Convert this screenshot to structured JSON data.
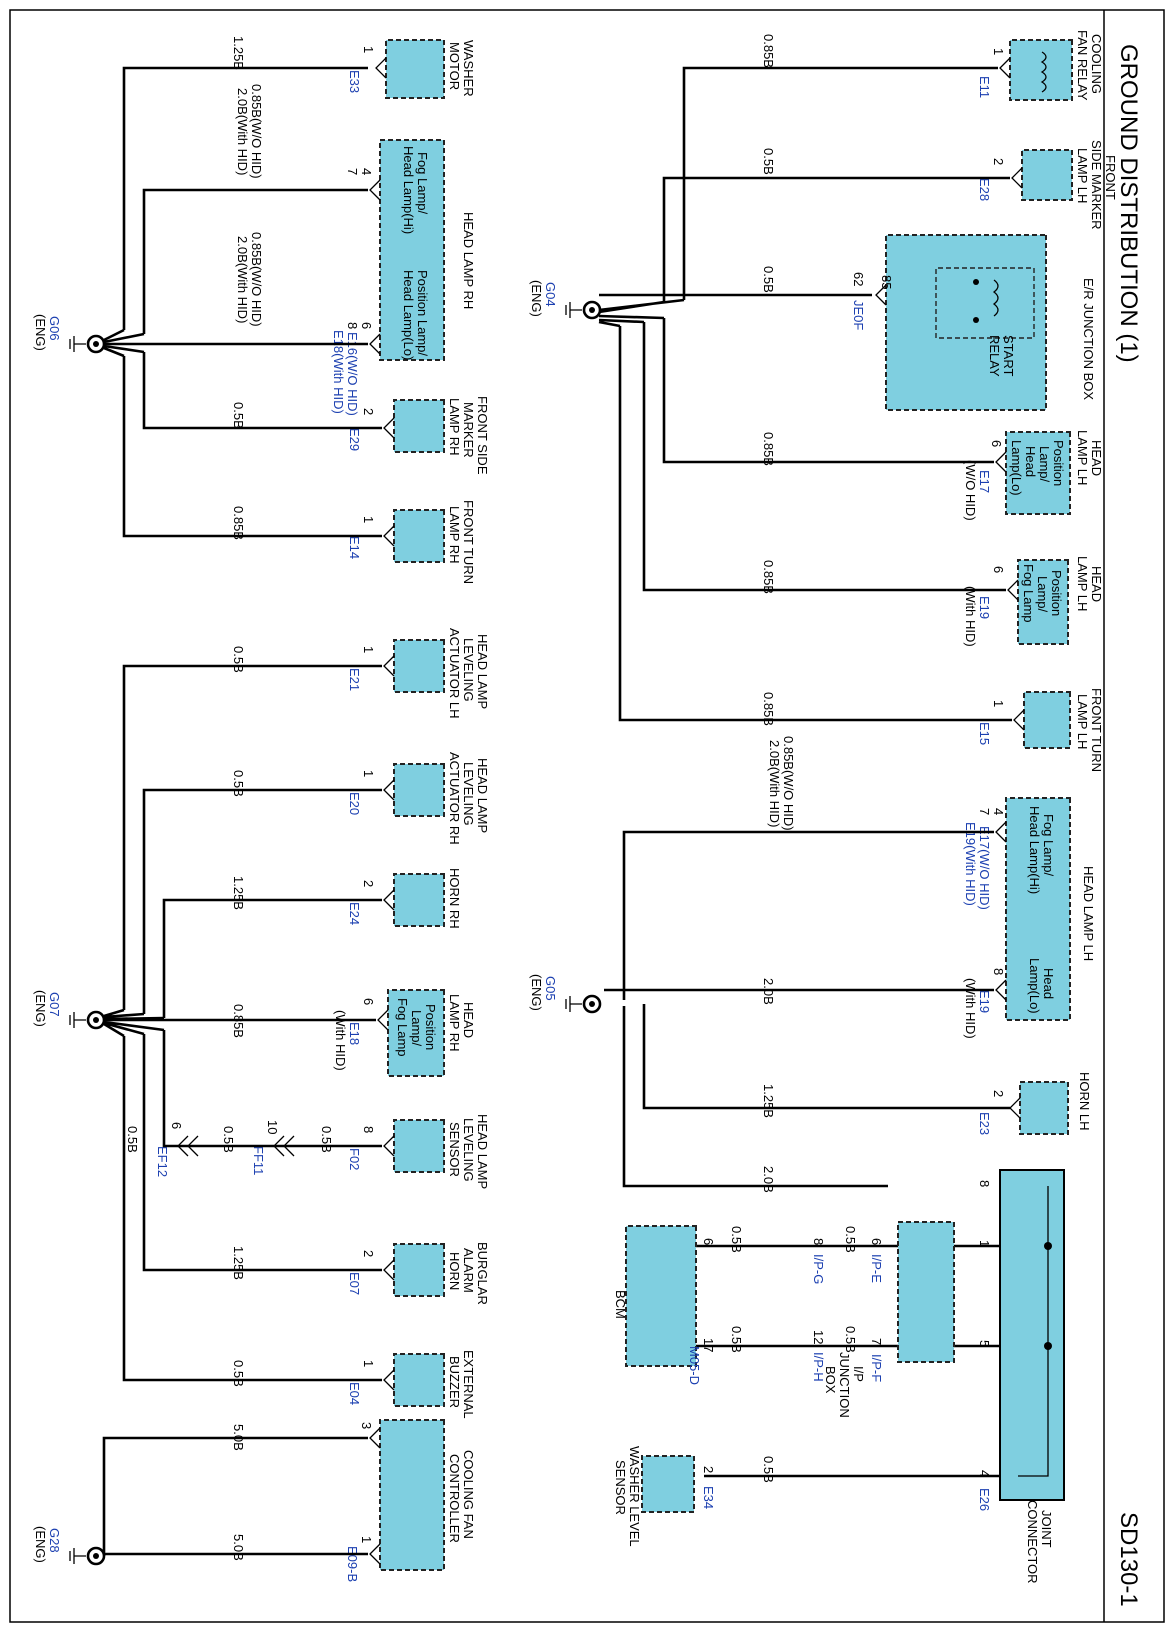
{
  "header": {
    "title": "GROUND DISTRIBUTION (1)",
    "page_id": "SD130-1"
  },
  "top": {
    "cooling_fan_relay": {
      "name_1": "COOLING",
      "name_2": "FAN RELAY",
      "pin": "1",
      "conn": "E11",
      "wire": "0.85B"
    },
    "front_side_marker_lh": {
      "name_1": "FRONT",
      "name_2": "SIDE MARKER",
      "name_3": "LAMP LH",
      "pin": "2",
      "conn": "E28",
      "wire": "0.5B"
    },
    "er_junction_box": {
      "name": "E/R JUNCTION BOX",
      "relay_1": "START",
      "relay_2": "RELAY",
      "pin_inner": "85",
      "pin_outer": "62",
      "conn": "JE0F",
      "wire": "0.5B"
    },
    "head_lamp_lh_e17": {
      "name_1": "HEAD",
      "name_2": "LAMP LH",
      "inner": [
        "Position",
        "Lamp/",
        "Head",
        "Lamp(Lo)"
      ],
      "pin": "6",
      "conn": "E17",
      "note": "(W/O HID)",
      "wire": "0.85B"
    },
    "head_lamp_lh_e19": {
      "name_1": "HEAD",
      "name_2": "LAMP LH",
      "inner": [
        "Position",
        "Lamp/",
        "Fog Lamp"
      ],
      "pin": "6",
      "conn": "E19",
      "note": "(With HID)",
      "wire": "0.85B"
    },
    "front_turn_lamp_lh": {
      "name_1": "FRONT TURN",
      "name_2": "LAMP LH",
      "pin": "1",
      "conn": "E15",
      "wire": "0.85B"
    },
    "g04": {
      "id": "G04",
      "loc": "(ENG)"
    },
    "head_lamp_lh_big": {
      "name": "HEAD LAMP LH",
      "inner_1": "Fog Lamp/",
      "inner_2": "Head Lamp(Hi)",
      "inner_3": "Head",
      "inner_4": "Lamp(Lo)",
      "pin_a": "4",
      "pin_b": "7",
      "conn_a": "E17(W/O HID)",
      "conn_b": "E19(With HID)",
      "wire_1": "0.85B(W/O HID)",
      "wire_2": "2.0B(With HID)",
      "pin_c": "8",
      "conn_c": "E19",
      "note_c": "(With HID)",
      "wire_c": "2.0B"
    },
    "horn_lh": {
      "name": "HORN LH",
      "pin": "2",
      "conn": "E23",
      "wire": "1.25B"
    },
    "g05": {
      "id": "G05",
      "loc": "(ENG)"
    },
    "joint_connector": {
      "name_1": "JOINT",
      "name_2": "CONNECTOR",
      "conn": "E26",
      "pin_8": "8",
      "pin_1": "1",
      "pin_5": "5",
      "pin_4": "4",
      "wire_8": "2.0B",
      "wire_1": "0.5B",
      "wire_5": "0.5B",
      "wire_4": "0.5B"
    },
    "ip_junction_box": {
      "name_1": "I/P",
      "name_2": "JUNCTION",
      "name_3": "BOX",
      "conn_e": "I/P-E",
      "conn_f": "I/P-F",
      "conn_g": "I/P-G",
      "conn_h": "I/P-H",
      "pin_e": "6",
      "pin_f": "7",
      "pin_g": "8",
      "pin_h": "12",
      "wire_g": "0.5B",
      "wire_h": "0.5B"
    },
    "bcm": {
      "name": "BCM",
      "pin_a": "6",
      "pin_b": "17",
      "conn": "M05-D"
    },
    "washer_level_sensor": {
      "name_1": "WASHER LEVEL",
      "name_2": "SENSOR",
      "pin": "2",
      "conn": "E34"
    }
  },
  "bottom": {
    "washer_motor": {
      "name_1": "WASHER",
      "name_2": "MOTOR",
      "pin": "1",
      "conn": "E33",
      "wire": "1.25B"
    },
    "head_lamp_rh": {
      "name": "HEAD LAMP RH",
      "inner_1": "Fog Lamp/",
      "inner_2": "Head Lamp(Hi)",
      "inner_3": "Position Lamp/",
      "inner_4": "Head Lamp(Lo)",
      "pin_a": "4",
      "pin_b": "7",
      "pin_c": "6",
      "pin_d": "8",
      "wire_1a": "0.85B(W/O HID)",
      "wire_1b": "2.0B(With HID)",
      "wire_2a": "0.85B(W/O HID)",
      "wire_2b": "2.0B(With HID)",
      "conn_1": "E16(W/O HID)",
      "conn_2": "E18(With HID)"
    },
    "front_side_marker_rh": {
      "name_1": "FRONT SIDE",
      "name_2": "MARKER",
      "name_3": "LAMP RH",
      "pin": "2",
      "conn": "E29",
      "wire": "0.5B"
    },
    "front_turn_lamp_rh": {
      "name_1": "FRONT TURN",
      "name_2": "LAMP RH",
      "pin": "1",
      "conn": "E14",
      "wire": "0.85B"
    },
    "g06": {
      "id": "G06",
      "loc": "(ENG)"
    },
    "hl_leveling_lh": {
      "name_1": "HEAD LAMP",
      "name_2": "LEVELING",
      "name_3": "ACTUATOR LH",
      "pin": "1",
      "conn": "E21",
      "wire": "0.5B"
    },
    "hl_leveling_rh": {
      "name_1": "HEAD LAMP",
      "name_2": "LEVELING",
      "name_3": "ACTUATOR RH",
      "pin": "1",
      "conn": "E20",
      "wire": "0.5B"
    },
    "horn_rh": {
      "name": "HORN RH",
      "pin": "2",
      "conn": "E24",
      "wire": "1.25B"
    },
    "head_lamp_rh_e18": {
      "name_1": "HEAD",
      "name_2": "LAMP RH",
      "inner": [
        "Position",
        "Lamp/",
        "Fog Lamp"
      ],
      "pin": "6",
      "conn": "E18",
      "note": "(With HID)",
      "wire": "0.85B"
    },
    "hl_leveling_sensor": {
      "name_1": "HEAD LAMP",
      "name_2": "LEVELING",
      "name_3": "SENSOR",
      "pin": "8",
      "conn": "F02",
      "wire_1": "0.5B",
      "pin_2": "10",
      "conn_2": "FF11",
      "wire_2": "0.5B",
      "pin_3": "6",
      "conn_3": "EF12",
      "wire_3": "0.5B"
    },
    "burglar_alarm_horn": {
      "name_1": "BURGLAR",
      "name_2": "ALARM",
      "name_3": "HORN",
      "pin": "2",
      "conn": "E07",
      "wire": "1.25B"
    },
    "external_buzzer": {
      "name_1": "EXTERNAL",
      "name_2": "BUZZER",
      "pin": "1",
      "conn": "E04",
      "wire": "0.5B"
    },
    "g07": {
      "id": "G07",
      "loc": "(ENG)"
    },
    "cooling_fan_controller": {
      "name_1": "COOLING FAN",
      "name_2": "CONTROLLER",
      "pin_a": "3",
      "pin_b": "1",
      "conn": "E09-B",
      "wire_a": "5.0B",
      "wire_b": "5.0B"
    },
    "g28": {
      "id": "G28",
      "loc": "(ENG)"
    }
  }
}
